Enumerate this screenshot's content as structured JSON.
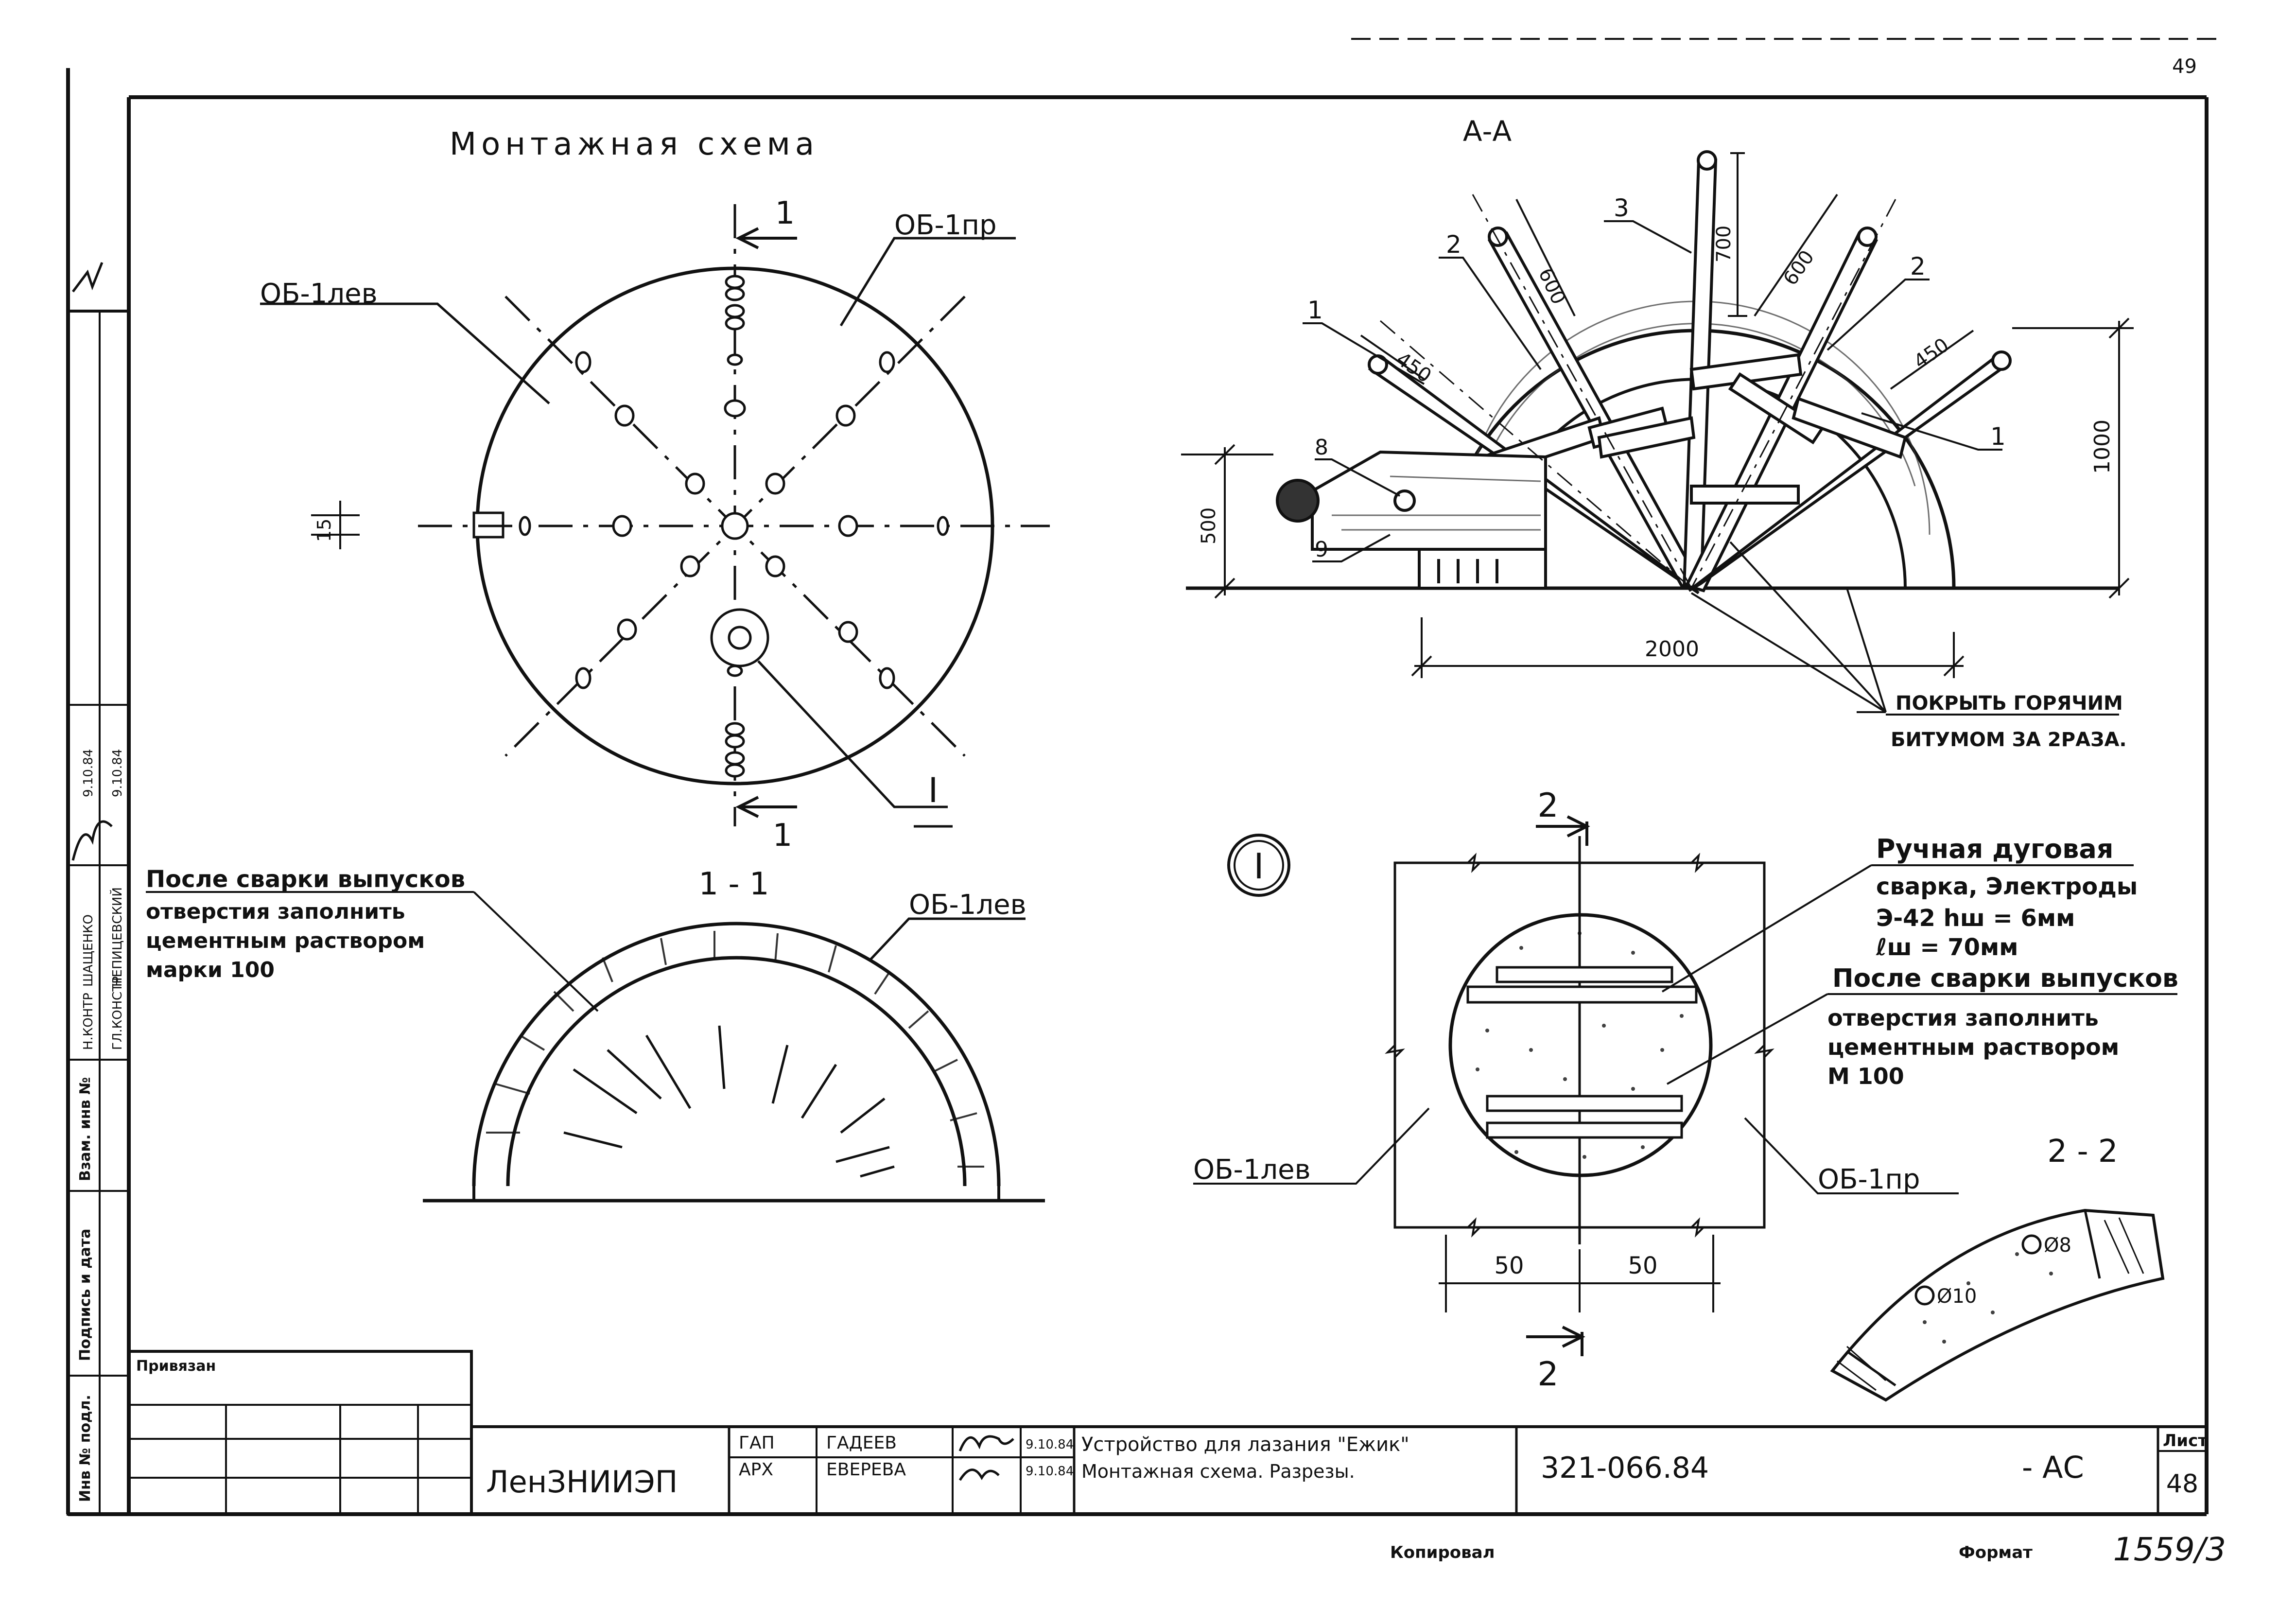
{
  "sheet_corner_number": "49",
  "montage": {
    "title": "Монтажная схема",
    "label_left": "ОБ-1лев",
    "label_right": "ОБ-1пр",
    "section_mark": "1",
    "section_mark_bottom": "1",
    "node_mark": "I",
    "dim_small": "15"
  },
  "section_aa": {
    "title": "А-А",
    "callouts": [
      "1",
      "2",
      "3",
      "2",
      "1",
      "8",
      "9"
    ],
    "dims": {
      "d450_left": "450",
      "d600_left": "600",
      "d700": "700",
      "d600_right": "600",
      "d450_right": "450",
      "d1000": "1000",
      "d500": "500",
      "d2000": "2000"
    },
    "note_line1": "ПОКРЫТЬ ГОРЯЧИМ",
    "note_line2": "БИТУМОМ ЗА 2РАЗА."
  },
  "section_11": {
    "title": "1 - 1",
    "label": "ОБ-1лев",
    "note_line1": "После сварки выпусков",
    "note_line2": "отверстия заполнить",
    "note_line3": "цементным раствором",
    "note_line4": "марки 100"
  },
  "node_I": {
    "badge": "I",
    "section_mark": "2",
    "weld_line1": "Ручная дуговая",
    "weld_line2": "сварка, Электроды",
    "weld_line3": "Э-42  hш = 6мм",
    "weld_line4": "ℓш = 70мм",
    "fill_line1": "После сварки выпусков",
    "fill_line2": "отверстия заполнить",
    "fill_line3": "цементным раствором",
    "fill_line4": "М 100",
    "label_left": "ОБ-1лев",
    "label_right": "ОБ-1пр",
    "dim_left": "50",
    "dim_right": "50",
    "section_mark_bottom": "2"
  },
  "section_22": {
    "title": "2 - 2",
    "rebar1": "Ø8",
    "rebar2": "Ø10"
  },
  "title_block": {
    "privyazan": "Привязан",
    "org": "ЛенЗНИИЭП",
    "role1": "ГАП",
    "name1": "ГАДЕЕВ",
    "date1": "9.10.84",
    "role2": "АРХ",
    "name2": "ЕВЕРЕВА",
    "date2": "9.10.84",
    "desc_line1": "Устройство для лазания \"Ежик\"",
    "desc_line2": "Монтажная схема. Разрезы.",
    "doc_code": "321-066.84",
    "mark": "- АС",
    "list_label": "Лист",
    "list_num": "48",
    "kopiroval": "Копировал",
    "format": "Формат",
    "archive_num": "1559/3"
  },
  "side_stamp": {
    "inv_podl": "Инв № подл.",
    "podpis": "Подпись и дата",
    "vzam": "Взам. инв №",
    "n_kontr": "Н.КОНТР",
    "n_kontr_name": "ШАЩЕНКО",
    "gl_kontr": "ГЛ.КОНСТР",
    "gl_kontr_name": "НЕПИЦЕВСКИЙ",
    "date_a": "9.10.84",
    "date_b": "9.10.84"
  }
}
